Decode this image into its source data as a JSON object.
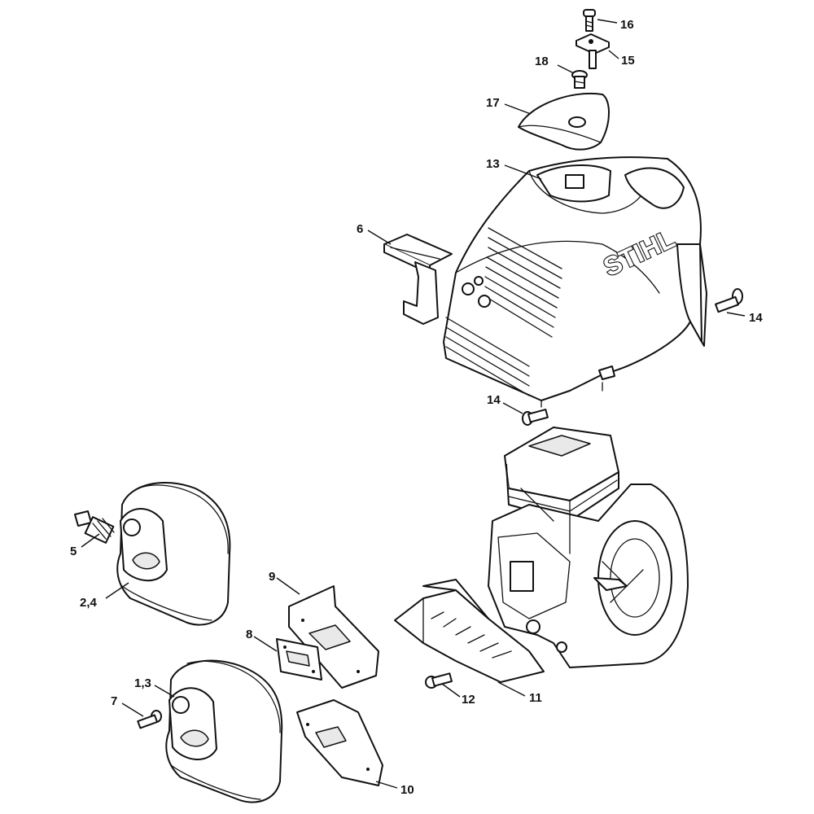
{
  "brand_label": "STIHL",
  "callouts": [
    {
      "id": "c16",
      "text": "16"
    },
    {
      "id": "c15",
      "text": "15"
    },
    {
      "id": "c18",
      "text": "18"
    },
    {
      "id": "c17",
      "text": "17"
    },
    {
      "id": "c13",
      "text": "13"
    },
    {
      "id": "c6",
      "text": "6"
    },
    {
      "id": "c14a",
      "text": "14"
    },
    {
      "id": "c14b",
      "text": "14"
    },
    {
      "id": "c5",
      "text": "5"
    },
    {
      "id": "c24",
      "text": "2,4"
    },
    {
      "id": "c9",
      "text": "9"
    },
    {
      "id": "c8",
      "text": "8"
    },
    {
      "id": "c13b",
      "text": "1,3"
    },
    {
      "id": "c7",
      "text": "7"
    },
    {
      "id": "c10",
      "text": "10"
    },
    {
      "id": "c11",
      "text": "11"
    },
    {
      "id": "c12",
      "text": "12"
    }
  ]
}
